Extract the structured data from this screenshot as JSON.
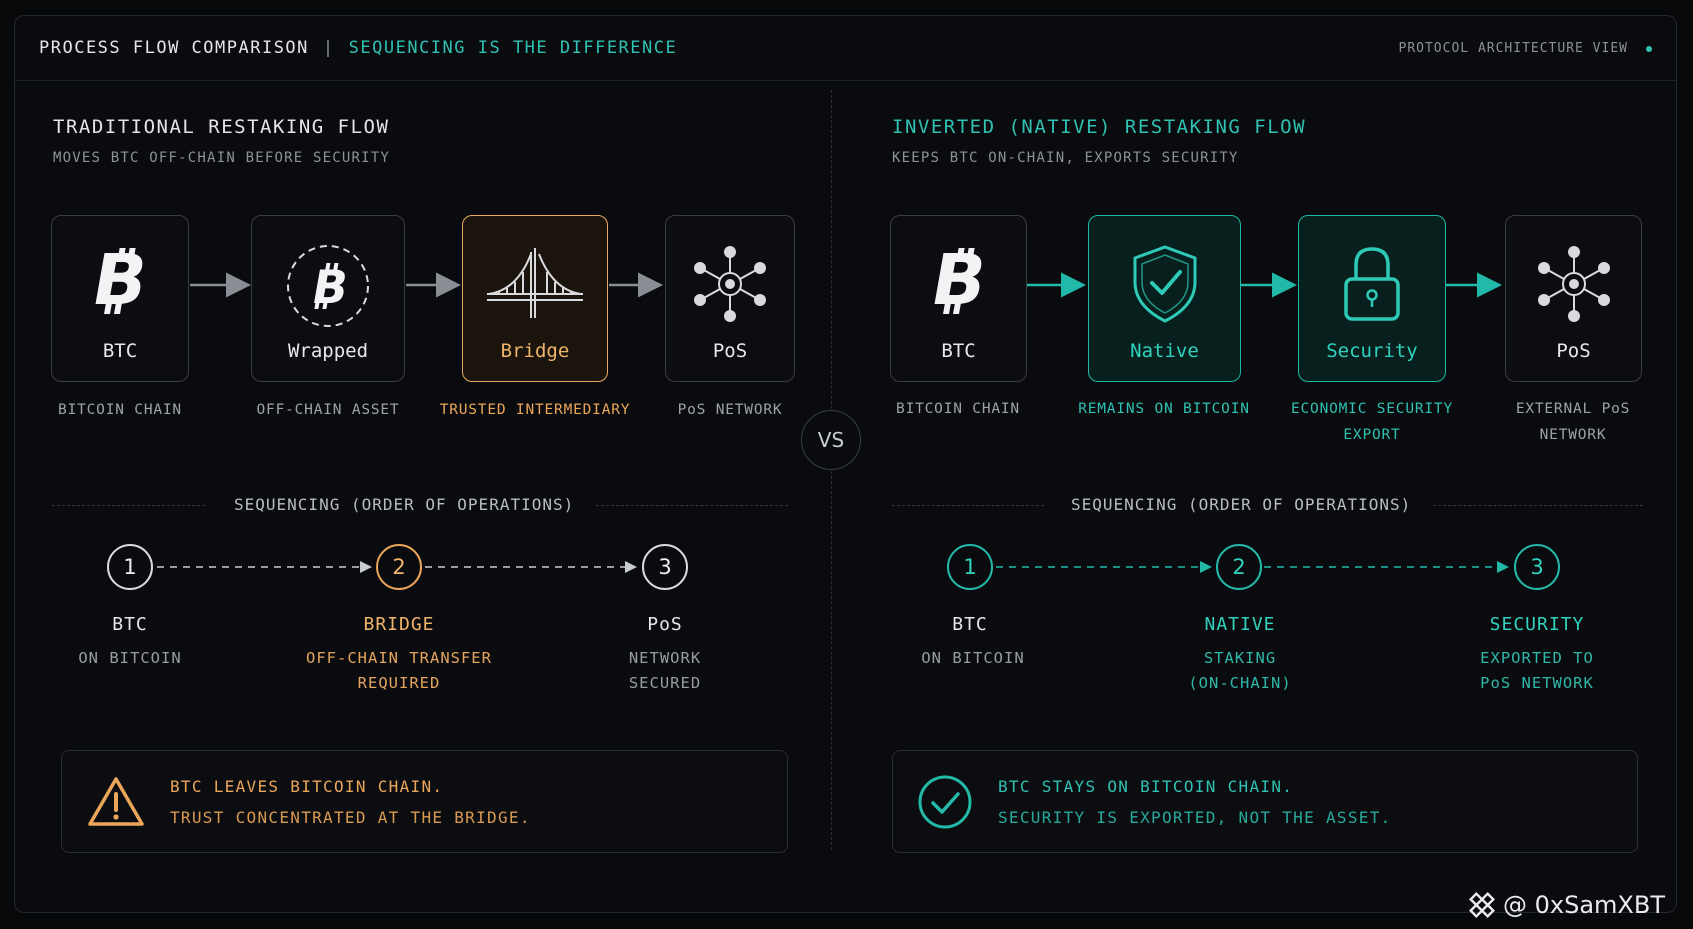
{
  "header": {
    "title": "PROCESS FLOW COMPARISON",
    "separator": "|",
    "subtitle": "SEQUENCING IS THE DIFFERENCE",
    "right_label": "PROTOCOL ARCHITECTURE VIEW"
  },
  "vs_label": "VS",
  "left": {
    "title": "TRADITIONAL RESTAKING FLOW",
    "subtitle": "MOVES BTC OFF-CHAIN BEFORE SECURITY",
    "boxes": [
      {
        "label": "BTC",
        "caption": [
          "BITCOIN CHAIN"
        ],
        "icon": "bitcoin-icon"
      },
      {
        "label": "Wrapped",
        "caption": [
          "OFF-CHAIN ASSET"
        ],
        "icon": "wrapped-bitcoin-icon"
      },
      {
        "label": "Bridge",
        "caption": [
          "TRUSTED INTERMEDIARY"
        ],
        "icon": "bridge-icon"
      },
      {
        "label": "PoS",
        "caption": [
          "PoS NETWORK"
        ],
        "icon": "network-hub-icon"
      }
    ],
    "sequence_heading": "SEQUENCING (ORDER OF OPERATIONS)",
    "steps": [
      {
        "num": "1",
        "title": "BTC",
        "desc": [
          "ON BITCOIN"
        ]
      },
      {
        "num": "2",
        "title": "BRIDGE",
        "desc": [
          "OFF-CHAIN TRANSFER",
          "REQUIRED"
        ]
      },
      {
        "num": "3",
        "title": "PoS",
        "desc": [
          "NETWORK",
          "SECURED"
        ]
      }
    ],
    "note": {
      "line1": "BTC LEAVES BITCOIN CHAIN.",
      "line2": "TRUST CONCENTRATED AT THE BRIDGE.",
      "icon": "warning-icon"
    }
  },
  "right": {
    "title": "INVERTED (NATIVE) RESTAKING FLOW",
    "subtitle": "KEEPS BTC ON-CHAIN, EXPORTS SECURITY",
    "boxes": [
      {
        "label": "BTC",
        "caption": [
          "BITCOIN CHAIN"
        ],
        "icon": "bitcoin-icon"
      },
      {
        "label": "Native",
        "caption": [
          "REMAINS ON BITCOIN"
        ],
        "icon": "shield-check-icon"
      },
      {
        "label": "Security",
        "caption": [
          "ECONOMIC SECURITY",
          "EXPORT"
        ],
        "icon": "lock-icon"
      },
      {
        "label": "PoS",
        "caption": [
          "EXTERNAL PoS",
          "NETWORK"
        ],
        "icon": "network-hub-icon"
      }
    ],
    "sequence_heading": "SEQUENCING (ORDER OF OPERATIONS)",
    "steps": [
      {
        "num": "1",
        "title": "BTC",
        "desc": [
          "ON BITCOIN"
        ]
      },
      {
        "num": "2",
        "title": "NATIVE",
        "desc": [
          "STAKING",
          "(ON-CHAIN)"
        ]
      },
      {
        "num": "3",
        "title": "SECURITY",
        "desc": [
          "EXPORTED TO",
          "PoS NETWORK"
        ]
      }
    ],
    "note": {
      "line1": "BTC STAYS ON BITCOIN CHAIN.",
      "line2": "SECURITY IS EXPORTED, NOT THE ASSET.",
      "icon": "check-circle-icon"
    }
  },
  "watermark": "@ 0xSamXBT",
  "colors": {
    "teal": "#2fc1b2",
    "orange": "#eba65a",
    "background": "#0a0b0e",
    "text": "#e6e8eb"
  }
}
